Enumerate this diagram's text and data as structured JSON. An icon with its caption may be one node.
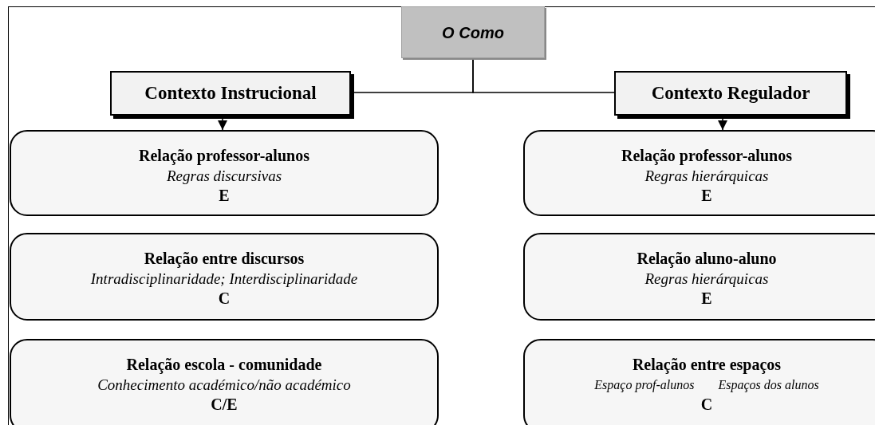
{
  "diagram": {
    "nodes": [
      {
        "text": [
          "O Como"
        ]
      },
      {
        "text": [
          "Contexto Instrucional"
        ]
      },
      {
        "text": [
          "Contexto Regulador"
        ]
      },
      {
        "text": [
          "Relação professor-alunos",
          "Regras discursivas",
          "E"
        ]
      },
      {
        "text": [
          "Relação entre discursos",
          "Intradisciplinaridade; Interdisciplinaridade",
          "C"
        ]
      },
      {
        "text": [
          "Relação escola - comunidade",
          "Conhecimento académico/não académico",
          "C/E"
        ]
      },
      {
        "text": [
          "Relação professor-alunos",
          "Regras hierárquicas",
          "E"
        ]
      },
      {
        "text": [
          "Relação aluno-aluno",
          "Regras hierárquicas",
          "E"
        ]
      },
      {
        "text": [
          "Relação entre espaços",
          "Espaço prof-alunos",
          "Espaços dos alunos",
          "C"
        ]
      }
    ],
    "edges": [
      {
        "from": 0,
        "to": 1,
        "arrow": "none"
      },
      {
        "from": 0,
        "to": 2,
        "arrow": "none"
      },
      {
        "from": 1,
        "to": 3,
        "arrow": "to"
      },
      {
        "from": 2,
        "to": 6,
        "arrow": "to"
      }
    ]
  }
}
